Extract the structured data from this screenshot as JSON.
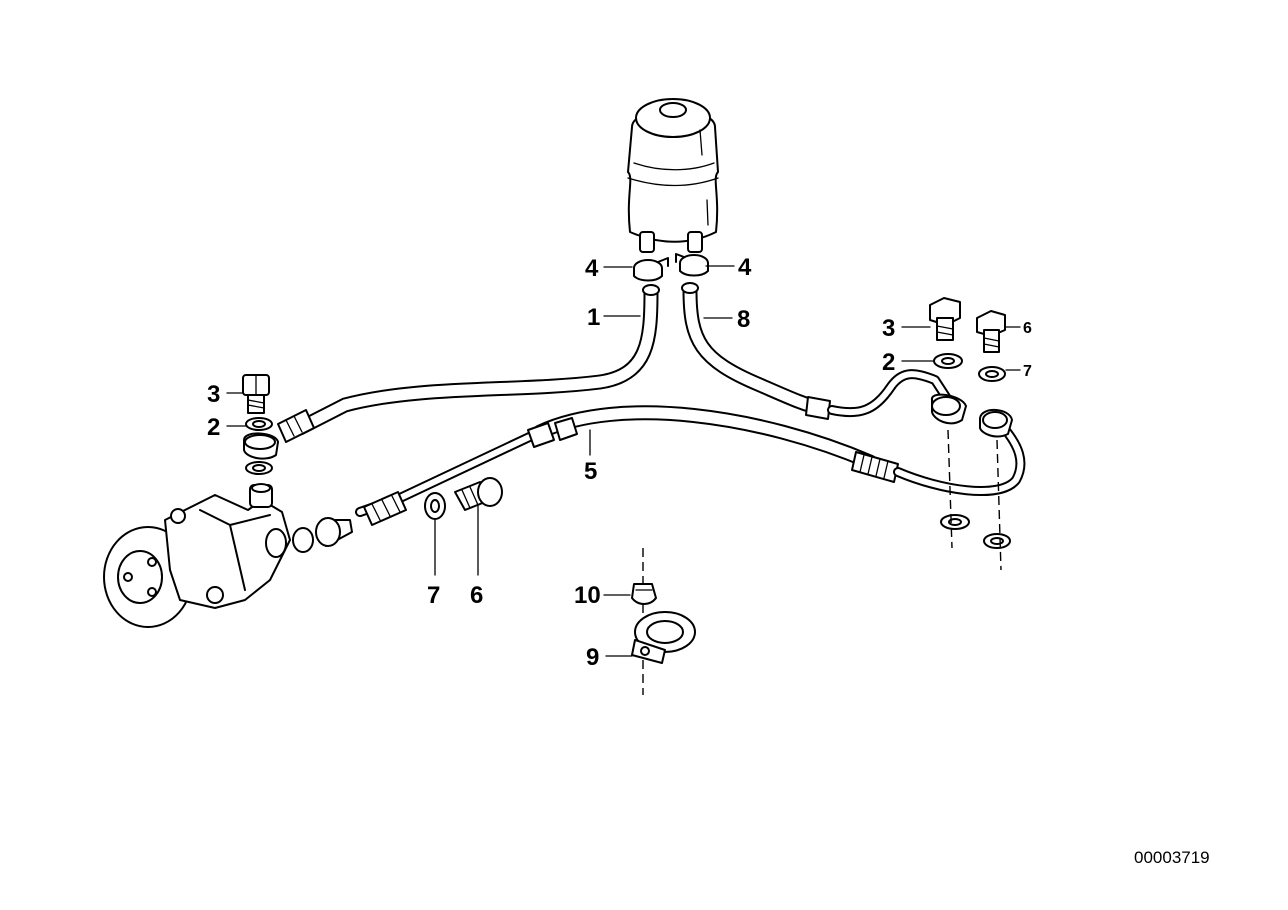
{
  "diagram": {
    "callouts": {
      "c1": "1",
      "c2_left": "2",
      "c2_right": "2",
      "c3_left": "3",
      "c3_right": "3",
      "c4_left": "4",
      "c4_right": "4",
      "c5": "5",
      "c6_lower": "6",
      "c6_right": "6",
      "c7_lower": "7",
      "c7_right": "7",
      "c8": "8",
      "c9": "9",
      "c10": "10"
    },
    "document_number": "00003719"
  }
}
